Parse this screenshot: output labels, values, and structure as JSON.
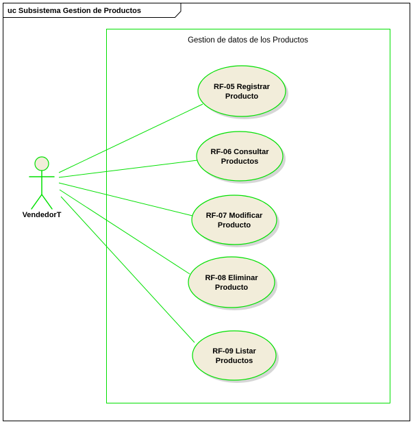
{
  "frame": {
    "title": "uc Subsistema Gestion de Productos"
  },
  "boundary": {
    "label": "Gestion de datos de los Productos"
  },
  "actor": {
    "label": "VendedorT"
  },
  "use_cases": [
    {
      "id": "RF-05",
      "line1": "RF-05 Registrar",
      "line2": "Producto"
    },
    {
      "id": "RF-06",
      "line1": "RF-06 Consultar",
      "line2": "Productos"
    },
    {
      "id": "RF-07",
      "line1": "RF-07 Modificar",
      "line2": "Producto"
    },
    {
      "id": "RF-08",
      "line1": "RF-08 Eliminar",
      "line2": "Producto"
    },
    {
      "id": "RF-09",
      "line1": "RF-09 Listar",
      "line2": "Productos"
    }
  ],
  "colors": {
    "connector_green": "#00e000",
    "ellipse_fill": "#f2edda",
    "shadow": "#b4b4b4",
    "frame_border": "#000000",
    "background": "#ffffff"
  }
}
